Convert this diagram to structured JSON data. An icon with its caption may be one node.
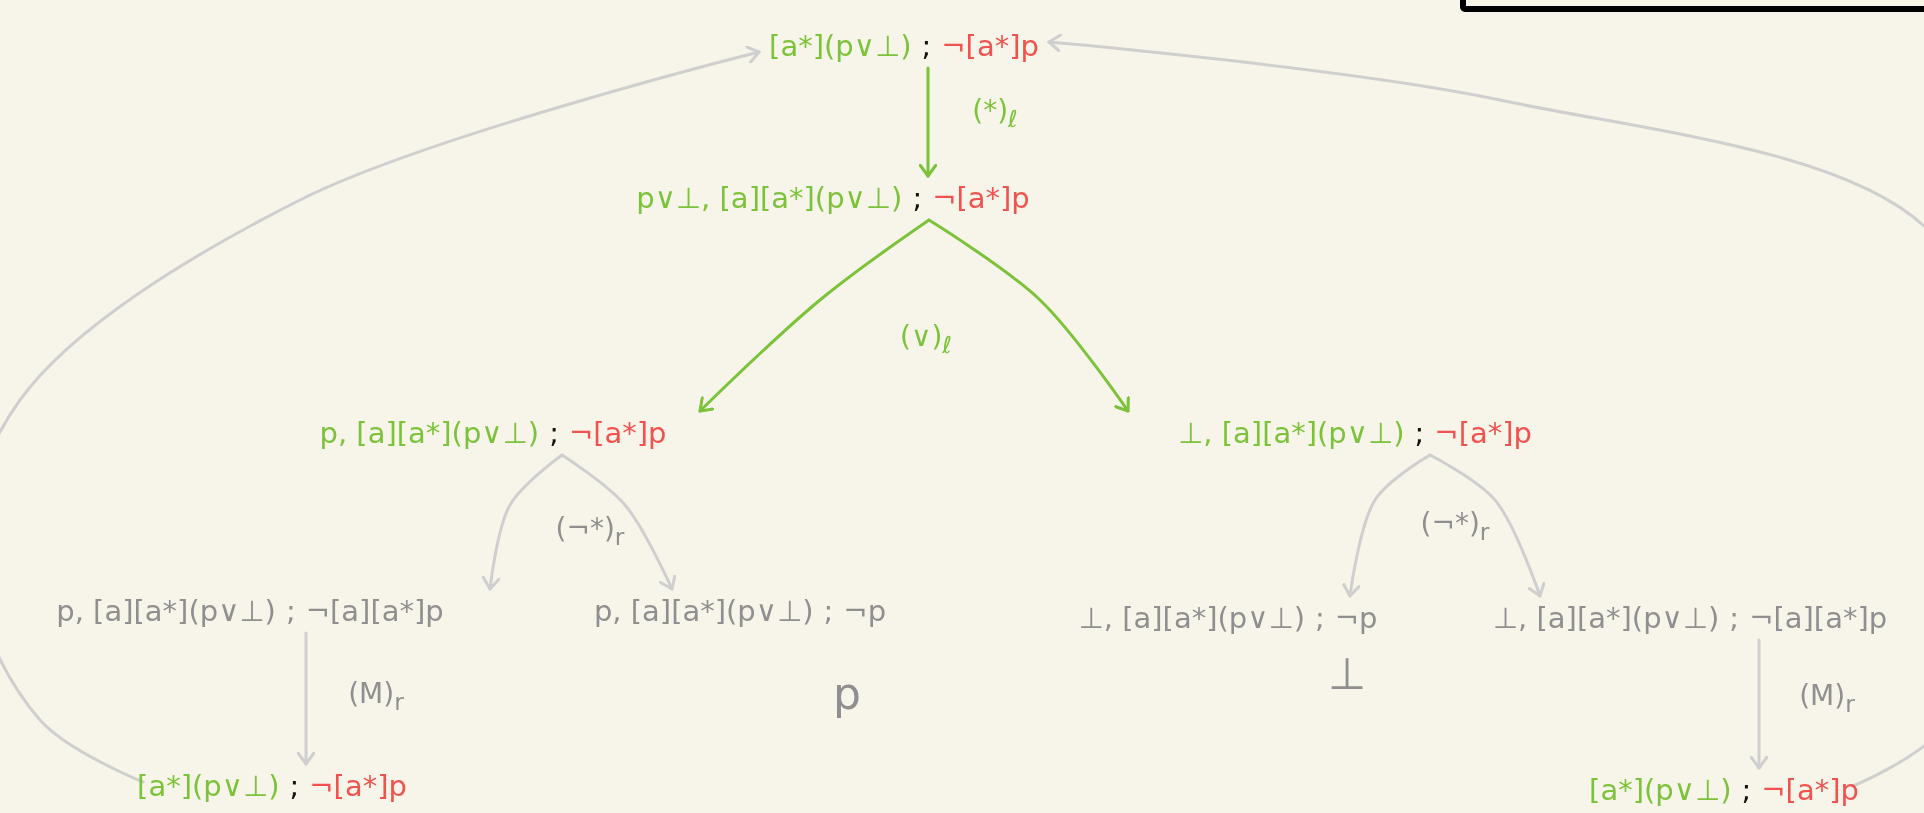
{
  "diagram": {
    "nodes": [
      {
        "text": [
          "[a*](p∨⊥)",
          ";",
          "¬[a*]p"
        ]
      },
      {
        "text": [
          "p∨⊥, [a][a*](p∨⊥)",
          ";",
          "¬[a*]p"
        ]
      },
      {
        "text": [
          "p, [a][a*](p∨⊥)",
          ";",
          "¬[a*]p"
        ]
      },
      {
        "text": [
          "⊥, [a][a*](p∨⊥)",
          ";",
          "¬[a*]p"
        ]
      },
      {
        "text": [
          "p, [a][a*](p∨⊥)",
          ";",
          "¬[a][a*]p"
        ]
      },
      {
        "text": [
          "p, [a][a*](p∨⊥)",
          ";",
          "¬p"
        ]
      },
      {
        "text": [
          "⊥, [a][a*](p∨⊥)",
          ";",
          "¬p"
        ]
      },
      {
        "text": [
          "⊥, [a][a*](p∨⊥)",
          ";",
          "¬[a][a*]p"
        ]
      },
      {
        "text": [
          "[a*](p∨⊥)",
          ";",
          "¬[a*]p"
        ]
      },
      {
        "text": [
          "[a*](p∨⊥)",
          ";",
          "¬[a*]p"
        ]
      }
    ],
    "edges": [
      {
        "from": 0,
        "to": 1,
        "arrow": "to",
        "label": "(*)$_{ℓ}$",
        "color": "#7cc23a"
      },
      {
        "from": 1,
        "to": 2,
        "arrow": "to",
        "label": "(∨)$_{ℓ}$",
        "color": "#7cc23a"
      },
      {
        "from": 1,
        "to": 3,
        "arrow": "to",
        "color": "#7cc23a"
      },
      {
        "from": 2,
        "to": 4,
        "arrow": "to"
      },
      {
        "from": 2,
        "to": 5,
        "arrow": "to",
        "label": "(¬*)$_{r}$"
      },
      {
        "from": 3,
        "to": 6,
        "arrow": "to"
      },
      {
        "from": 3,
        "to": 7,
        "arrow": "to",
        "label": "(¬*)$_{r}$"
      },
      {
        "from": 4,
        "to": 8,
        "arrow": "to",
        "label": "(M)$_{r}$"
      },
      {
        "from": 7,
        "to": 9,
        "arrow": "to",
        "label": "(M)$_{r}$"
      },
      {
        "from": 8,
        "to": 0,
        "arrow": "to"
      },
      {
        "from": 9,
        "to": 0,
        "arrow": "to"
      }
    ],
    "labels": [
      "p",
      "⊥"
    ]
  }
}
